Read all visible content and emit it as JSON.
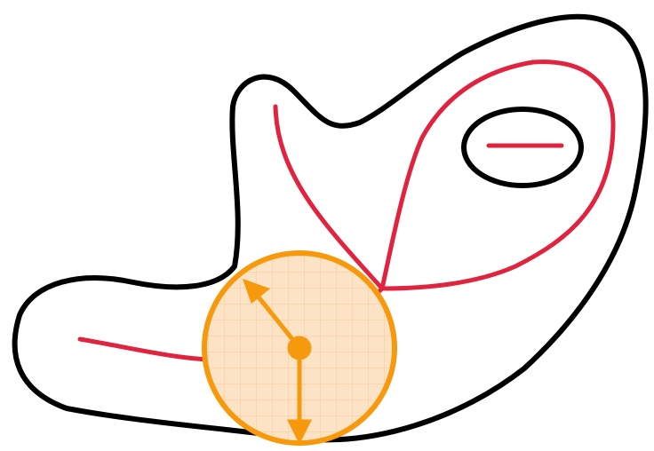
{
  "diagram": {
    "colors": {
      "background": "#ffffff",
      "outline": "#000000",
      "medial_axis": "#e0243f",
      "disk_stroke": "#f7990d",
      "disk_fill": "#fde3c6",
      "disk_grid": "#f8c896",
      "vector": "#f7990d"
    },
    "shape": {
      "has_hole": true
    },
    "medial_axis": {
      "branches": 5
    },
    "disk": {
      "vectors": 2,
      "center_marker": "dot"
    }
  }
}
